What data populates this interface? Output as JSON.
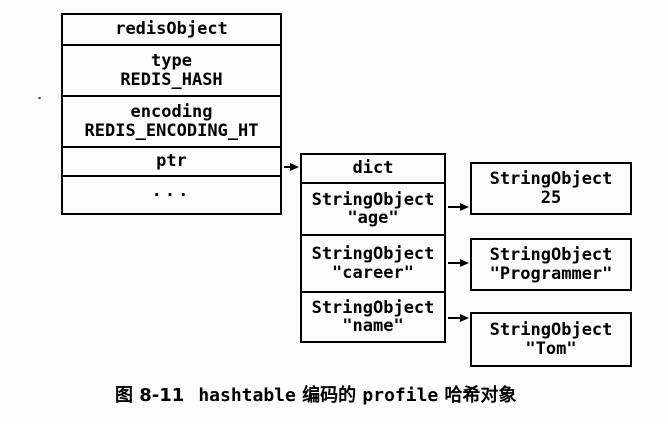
{
  "figure": {
    "redis_object": {
      "header": "redisObject",
      "type_label": "type",
      "type_value": "REDIS_HASH",
      "encoding_label": "encoding",
      "encoding_value": "REDIS_ENCODING_HT",
      "ptr_label": "ptr",
      "more_label": "..."
    },
    "dict": {
      "header": "dict",
      "entries": [
        {
          "type": "StringObject",
          "key": "\"age\""
        },
        {
          "type": "StringObject",
          "key": "\"career\""
        },
        {
          "type": "StringObject",
          "key": "\"name\""
        }
      ]
    },
    "value_boxes": [
      {
        "type": "StringObject",
        "value": "25"
      },
      {
        "type": "StringObject",
        "value": "\"Programmer\""
      },
      {
        "type": "StringObject",
        "value": "\"Tom\""
      }
    ],
    "caption": {
      "label": "图 8-11",
      "seg_hashtable": "hashtable",
      "seg_encoding": " 编码的 ",
      "seg_profile": "profile",
      "seg_object": " 哈希对象"
    },
    "colors": {
      "ink": "#000000",
      "paper": "#fcfcfc"
    }
  }
}
